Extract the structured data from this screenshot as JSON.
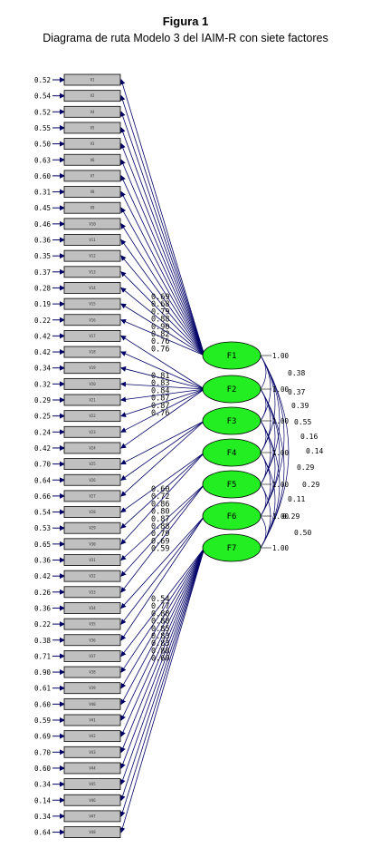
{
  "figure": {
    "title": "Figura 1",
    "subtitle": "Diagrama de ruta Modelo 3 del IAIM-R con siete factores"
  },
  "colors": {
    "factor_fill": "#22ee22",
    "indicator_fill": "#c0c0c0",
    "path": "#000066"
  },
  "indicators": [
    {
      "label": "V1",
      "error": "0.52"
    },
    {
      "label": "V2",
      "error": "0.54"
    },
    {
      "label": "V4",
      "error": "0.52"
    },
    {
      "label": "V5",
      "error": "0.55"
    },
    {
      "label": "V3",
      "error": "0.50"
    },
    {
      "label": "V6",
      "error": "0.63"
    },
    {
      "label": "V7",
      "error": "0.60"
    },
    {
      "label": "V8",
      "error": "0.31"
    },
    {
      "label": "V9",
      "error": "0.45"
    },
    {
      "label": "V10",
      "error": "0.46"
    },
    {
      "label": "V11",
      "error": "0.36"
    },
    {
      "label": "V12",
      "error": "0.35"
    },
    {
      "label": "V13",
      "error": "0.37"
    },
    {
      "label": "V14",
      "error": "0.28"
    },
    {
      "label": "V15",
      "error": "0.19"
    },
    {
      "label": "V16",
      "error": "0.22"
    },
    {
      "label": "V17",
      "error": "0.42"
    },
    {
      "label": "V18",
      "error": "0.42"
    },
    {
      "label": "V19",
      "error": "0.34"
    },
    {
      "label": "V20",
      "error": "0.32"
    },
    {
      "label": "V21",
      "error": "0.29"
    },
    {
      "label": "V22",
      "error": "0.25"
    },
    {
      "label": "V23",
      "error": "0.24"
    },
    {
      "label": "V24",
      "error": "0.42"
    },
    {
      "label": "V25",
      "error": "0.70"
    },
    {
      "label": "V26",
      "error": "0.64"
    },
    {
      "label": "V27",
      "error": "0.66"
    },
    {
      "label": "V28",
      "error": "0.54"
    },
    {
      "label": "V29",
      "error": "0.53"
    },
    {
      "label": "V30",
      "error": "0.65"
    },
    {
      "label": "V31",
      "error": "0.36"
    },
    {
      "label": "V32",
      "error": "0.42"
    },
    {
      "label": "V33",
      "error": "0.26"
    },
    {
      "label": "V34",
      "error": "0.36"
    },
    {
      "label": "V35",
      "error": "0.22"
    },
    {
      "label": "V36",
      "error": "0.38"
    },
    {
      "label": "V37",
      "error": "0.71"
    },
    {
      "label": "V38",
      "error": "0.90"
    },
    {
      "label": "V39",
      "error": "0.61"
    },
    {
      "label": "V40",
      "error": "0.60"
    },
    {
      "label": "V41",
      "error": "0.59"
    },
    {
      "label": "V42",
      "error": "0.69"
    },
    {
      "label": "V43",
      "error": "0.70"
    },
    {
      "label": "V44",
      "error": "0.60"
    },
    {
      "label": "V45",
      "error": "0.34"
    },
    {
      "label": "V46",
      "error": "0.14"
    },
    {
      "label": "V47",
      "error": "0.34"
    },
    {
      "label": "V48",
      "error": "0.64"
    }
  ],
  "factors": [
    {
      "label": "F1",
      "variance": "1.00"
    },
    {
      "label": "F2",
      "variance": "1.00"
    },
    {
      "label": "F3",
      "variance": "1.00"
    },
    {
      "label": "F4",
      "variance": "1.00"
    },
    {
      "label": "F5",
      "variance": "1.00"
    },
    {
      "label": "F6",
      "variance": "1.00"
    },
    {
      "label": "F7",
      "variance": "1.00"
    }
  ],
  "loading_groups": [
    {
      "factor": 0,
      "values": [
        "0.69",
        "0.68",
        "0.79",
        "0.88",
        "0.90",
        "0.82",
        "0.76",
        "0.76"
      ]
    },
    {
      "factor": 1,
      "values": [
        "0.81",
        "0.83",
        "0.84",
        "0.87",
        "0.87",
        "0.76"
      ]
    },
    {
      "factor": 6,
      "values": [
        "0.60",
        "0.72",
        "0.86",
        "0.80",
        "0.87",
        "0.88",
        "0.79",
        "0.69",
        "0.59"
      ]
    },
    {
      "factor": 6,
      "values": [
        "0.54",
        "0.77",
        "0.88",
        "0.88",
        "0.85",
        "0.83",
        "0.83",
        "0.88",
        "0.60"
      ]
    }
  ],
  "correlations": [
    "0.38",
    "0.37",
    "0.39",
    "0.55",
    "0.16",
    "0.14",
    "0.29",
    "0.29",
    "0.11",
    "0.29",
    "0.50"
  ]
}
